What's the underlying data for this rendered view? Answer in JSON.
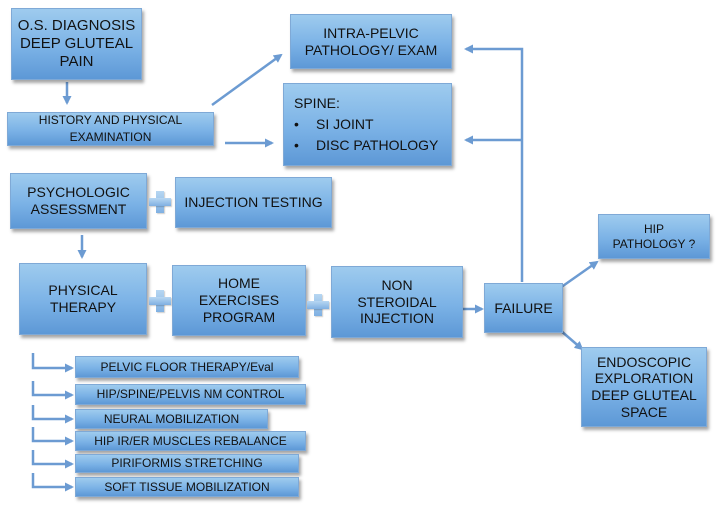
{
  "boxes": {
    "os_diagnosis": [
      "O.S. DIAGNOSIS",
      "DEEP GLUTEAL",
      "PAIN"
    ],
    "history_exam": [
      "HISTORY AND PHYSICAL",
      "EXAMINATION"
    ],
    "intra_pelvic": [
      "INTRA-PELVIC",
      "PATHOLOGY/ EXAM"
    ],
    "spine": {
      "title": "SPINE:",
      "bullet": "•",
      "items": [
        "SI JOINT",
        "DISC PATHOLOGY"
      ]
    },
    "psychologic": [
      "PSYCHOLOGIC",
      "ASSESSMENT"
    ],
    "injection_testing": "INJECTION TESTING",
    "physical_therapy": [
      "PHYSICAL",
      "THERAPY"
    ],
    "home_exercises": [
      "HOME",
      "EXERCISES",
      "PROGRAM"
    ],
    "non_steroidal": [
      "NON",
      "STEROIDAL",
      "INJECTION"
    ],
    "failure": "FAILURE",
    "hip_pathology": [
      "HIP",
      "PATHOLOGY ?"
    ],
    "endoscopic": [
      "ENDOSCOPIC",
      "EXPLORATION",
      "DEEP GLUTEAL",
      "SPACE"
    ]
  },
  "pt_items": [
    "PELVIC FLOOR THERAPY/Eval",
    "HIP/SPINE/PELVIS NM CONTROL",
    "NEURAL MOBILIZATION",
    "HIP IR/ER MUSCLES REBALANCE",
    "PIRIFORMIS STRETCHING",
    "SOFT TISSUE MOBILIZATION"
  ],
  "colors": {
    "box_fill": "#7bb2e6",
    "arrow": "#6c9bd2"
  }
}
